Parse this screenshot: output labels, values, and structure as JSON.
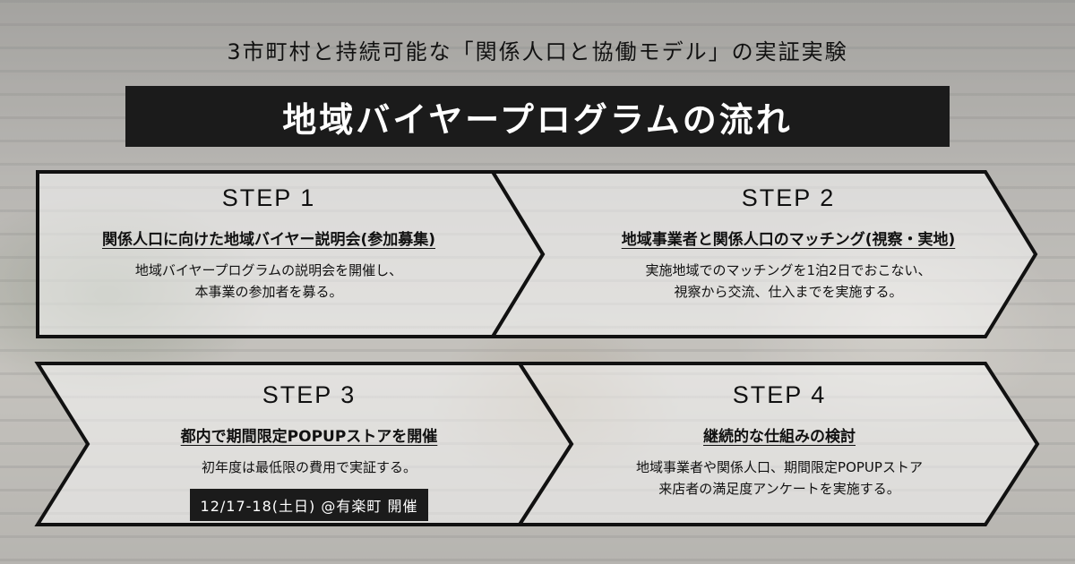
{
  "header": {
    "subtitle": "3市町村と持続可能な「関係人口と協働モデル」の実証実験",
    "title": "地域バイヤープログラムの流れ"
  },
  "steps": [
    {
      "label": "STEP 1",
      "heading": "関係人口に向けた地域バイヤー説明会(参加募集)",
      "desc_lines": [
        "地域バイヤープログラムの説明会を開催し、",
        "本事業の参加者を募る。"
      ]
    },
    {
      "label": "STEP 2",
      "heading": "地域事業者と関係人口のマッチング(視察・実地)",
      "desc_lines": [
        "実施地域でのマッチングを1泊2日でおこない、",
        "視察から交流、仕入までを実施する。"
      ]
    },
    {
      "label": "STEP 3",
      "heading": "都内で期間限定POPUPストアを開催",
      "desc_lines": [
        "初年度は最低限の費用で実証する。"
      ],
      "badge": "12/17-18(土日) @有楽町 開催"
    },
    {
      "label": "STEP 4",
      "heading": "継続的な仕組みの検討",
      "desc_lines": [
        "地域事業者や関係人口、期間限定POPUPストア",
        "来店者の満足度アンケートを実施する。"
      ]
    }
  ],
  "colors": {
    "dark": "#1b1b1b",
    "panel": "#ffffff",
    "text": "#111111"
  }
}
